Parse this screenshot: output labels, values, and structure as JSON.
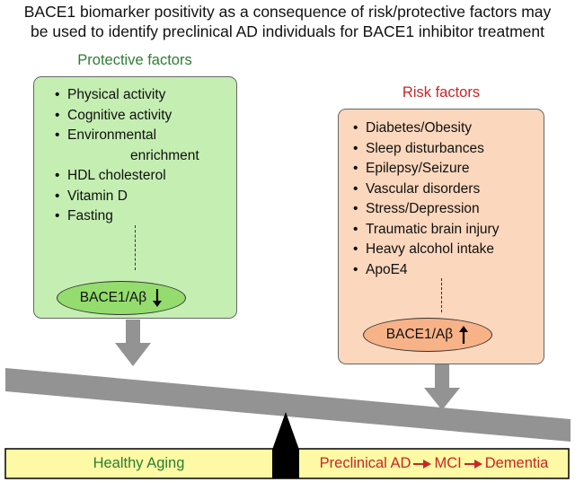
{
  "title": {
    "line1": "BACE1 biomarker positivity as a consequence of risk/protective factors may",
    "line2": "be used to identify preclinical AD individuals for BACE1 inhibitor treatment"
  },
  "protective": {
    "heading": "Protective factors",
    "items": [
      "Physical activity",
      "Cognitive activity",
      "Environmental\n enrichment",
      "HDL cholesterol",
      "Vitamin D",
      "Fasting"
    ],
    "marker": "BACE1/Aβ",
    "direction": "down"
  },
  "risk": {
    "heading": "Risk factors",
    "items": [
      "Diabetes/Obesity",
      "Sleep disturbances",
      "Epilepsy/Seizure",
      "Vascular disorders",
      "Stress/Depression",
      "Traumatic brain injury",
      "Heavy alcohol intake",
      "ApoE4"
    ],
    "marker": "BACE1/Aβ",
    "direction": "up"
  },
  "footer": {
    "left": "Healthy Aging",
    "right": [
      "Preclinical AD",
      "MCI",
      "Dementia"
    ]
  },
  "colors": {
    "protective_panel": "#c5eeb3",
    "protective_ellipse": "#94dc6e",
    "protective_text": "#2e7d32",
    "risk_panel": "#fad7bd",
    "risk_ellipse": "#f7b287",
    "risk_text": "#c62828",
    "footer_bar": "#fdf9a4",
    "beam": "#939393",
    "fulcrum": "#000000"
  }
}
